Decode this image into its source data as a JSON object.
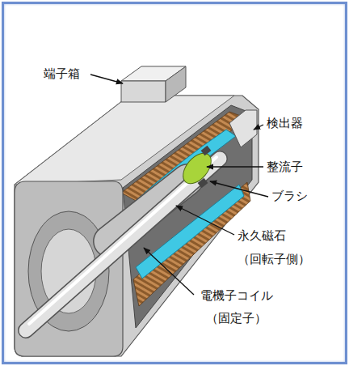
{
  "diagram": {
    "labels": [
      "端子箱",
      "検出器",
      "整流子",
      "ブラシ",
      "永久磁石 （回転子側）",
      "電機子コイル （固定子）"
    ]
  }
}
